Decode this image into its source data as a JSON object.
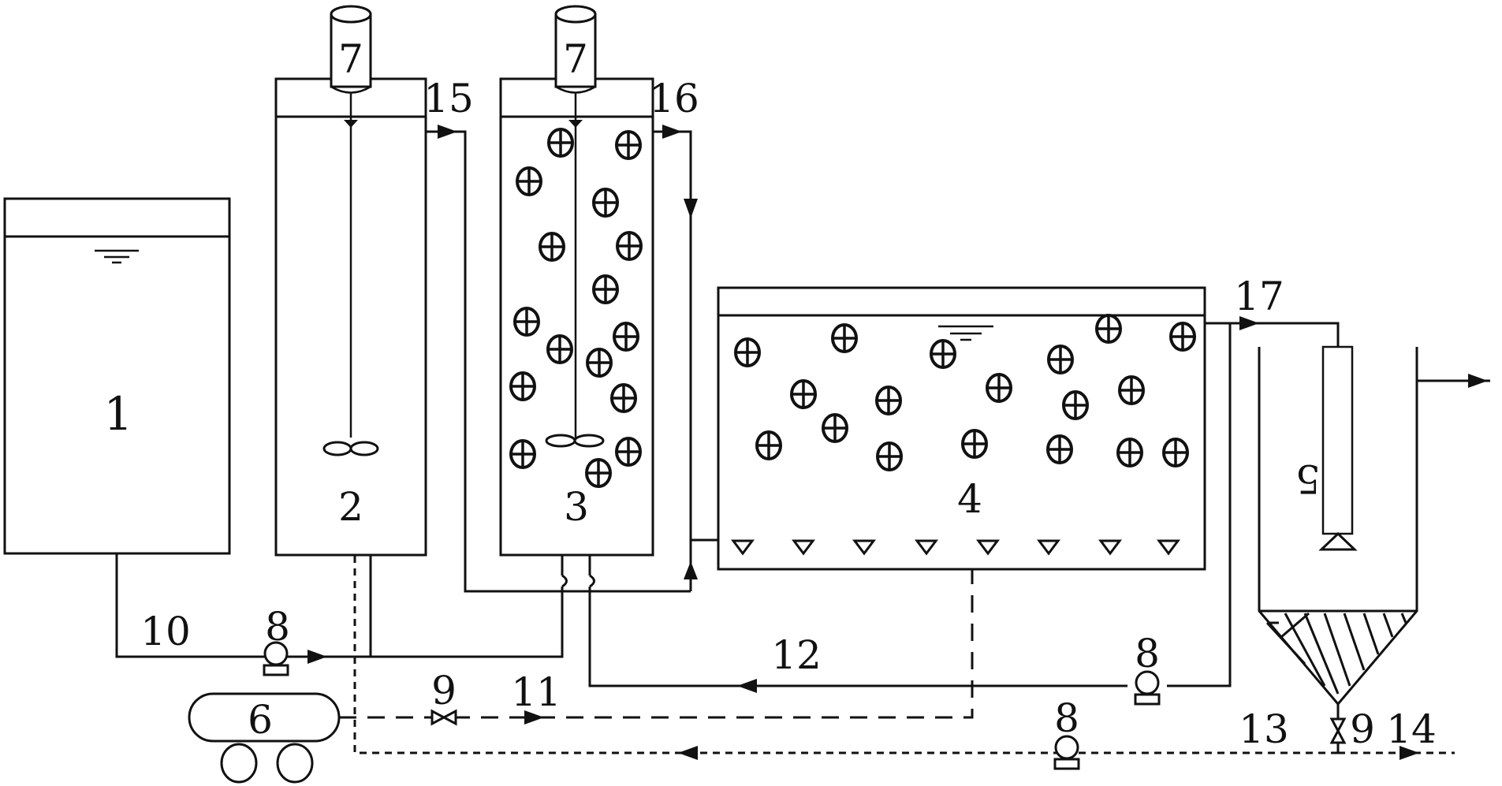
{
  "labels": {
    "tank1": "1",
    "tank2": "2",
    "tank3": "3",
    "tank4": "4",
    "tank5": "5",
    "compressor": "6",
    "motor_left": "7",
    "motor_right": "7",
    "pump_feed": "8",
    "pump_recycle": "8",
    "pump_sludge": "8",
    "valve_air": "9",
    "valve_sludge": "9",
    "line10": "10",
    "line11": "11",
    "line12": "12",
    "line13": "13",
    "line14": "14",
    "line15": "15",
    "line16": "16",
    "line17": "17"
  }
}
